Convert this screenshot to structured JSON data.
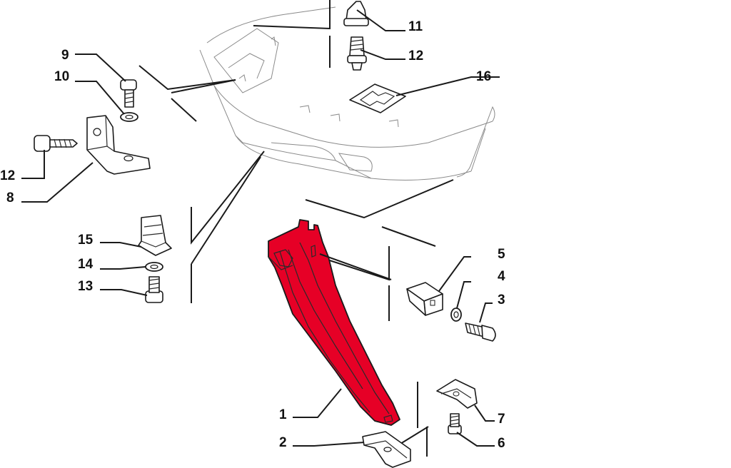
{
  "colors": {
    "highlight": "#e60026",
    "line": "#1a1a1a",
    "bumper_outline": "#8a8a8a"
  },
  "callouts": {
    "c1": "1",
    "c2": "2",
    "c3": "3",
    "c4": "4",
    "c5": "5",
    "c6": "6",
    "c7": "7",
    "c8": "8",
    "c9": "9",
    "c10": "10",
    "c11": "11",
    "c12_top": "12",
    "c12_left": "12",
    "c13": "13",
    "c14": "14",
    "c15": "15",
    "c16": "16"
  }
}
